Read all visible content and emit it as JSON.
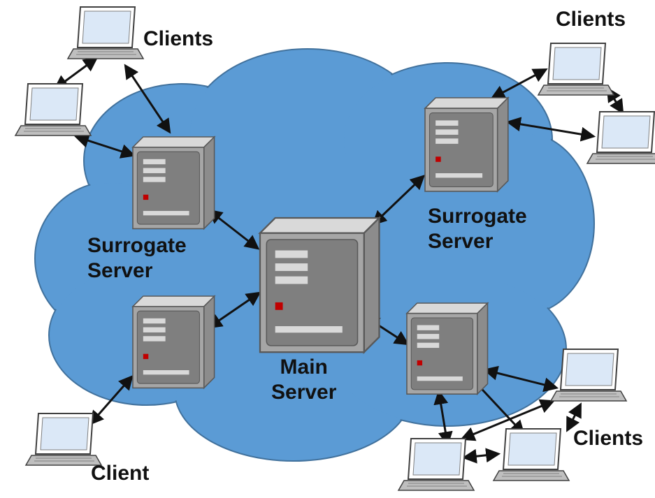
{
  "colors": {
    "cloud_fill": "#5b9bd5",
    "cloud_stroke": "#41719c",
    "server_body": "#a6a6a6",
    "server_front": "#7f7f7f",
    "server_top": "#d9d9d9",
    "screen": "#dbe8f7",
    "arrow": "#111111",
    "power_led": "#c00000"
  },
  "nodes": {
    "main_server": {
      "icon": "server-icon",
      "label_line1": "Main",
      "label_line2": "Server"
    },
    "surrogate_left": {
      "icon": "server-icon",
      "label_line1": "Surrogate",
      "label_line2": "Server"
    },
    "surrogate_right": {
      "icon": "server-icon",
      "label_line1": "Surrogate",
      "label_line2": "Server"
    },
    "surrogate_bottom_left": {
      "icon": "server-icon"
    },
    "surrogate_bottom_right": {
      "icon": "server-icon"
    }
  },
  "client_groups": {
    "top_left": {
      "label": "Clients",
      "icon": "laptop-icon"
    },
    "top_right": {
      "label": "Clients",
      "icon": "laptop-icon"
    },
    "bottom_left": {
      "label": "Client",
      "icon": "laptop-icon"
    },
    "bottom_right": {
      "label": "Clients",
      "icon": "laptop-icon"
    }
  }
}
